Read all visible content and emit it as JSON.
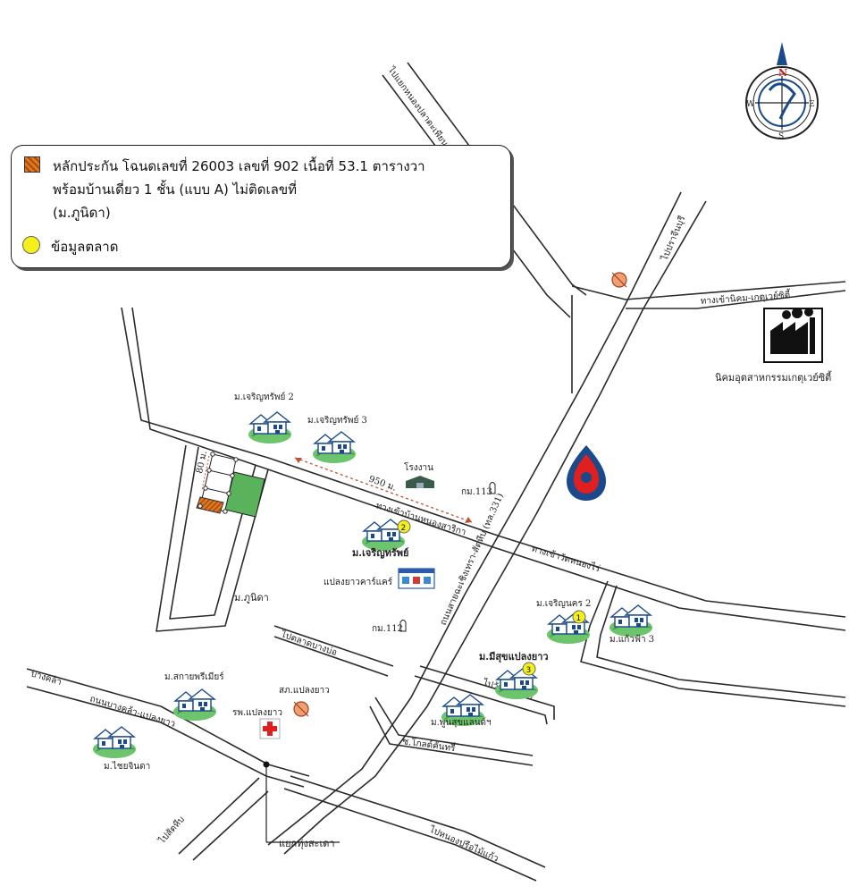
{
  "legend": {
    "collateral_line1": "หลักประกัน โฉนดเลขที่ 26003 เลขที่ 902 เนื้อที่ 53.1 ตารางวา",
    "collateral_line2": "พร้อมบ้านเดี่ยว 1 ชั้น (แบบ A) ไม่ติดเลขที่",
    "collateral_line3": "(ม.ภูนิดา)",
    "market_label": "ข้อมูลตลาด",
    "collateral_color": "#e07a1f",
    "market_color": "#f5ef1a"
  },
  "compass": {
    "n": "N",
    "s": "S",
    "e": "E",
    "w": "W"
  },
  "roads": {
    "to_nong_pla": "ไปแยกหนองปลาตะเพียน",
    "to_prachinburi": "ไปปราจีนบุรี",
    "to_gateway": "ทางเข้านิคม-เกตุเวย์ซิตี้",
    "highway": "ถนนสายฉะเชิงเทรา-สัตหีบ (ทล.331)",
    "to_nong_saraek": "ทางเข้าบ้านหนองสาริกา",
    "to_nong_rai": "ทางเข้าวัดหนองไร่",
    "to_bang_bo": "ไปตลาดบางบ่อ",
    "to_wat_nong_rai": "ไปวัดหนองไร่",
    "soi_klod": "ซ.โกลด์คันทรี่",
    "bang_kla": "บางคล้า",
    "bang_kla_road": "ถนนบางคล้า-แปลงยาว",
    "to_sattahip": "ไปสัตหีบ",
    "to_nong_pru": "ไปหนองปรือไม้แก้ว",
    "intersection": "แยกทุ่งสะเดา"
  },
  "places": {
    "industrial": "นิคมอุตสาหกรรมเกตุเวย์ซิตี้",
    "factory": "โรงงาน",
    "km113": "กม.113",
    "km112": "กม.112",
    "hospital": "รพ.แปลงยาว",
    "police": "สภ.แปลงยาว",
    "car_care": "แปลงยาวคาร์แคร์",
    "distance": "950 ม.",
    "lot_width": "80 ม."
  },
  "villages": {
    "charoen_sap2": "ม.เจริญทรัพย์ 2",
    "charoen_sap3": "ม.เจริญทรัพย์ 3",
    "charoen_sap": "ม.เจริญทรัพย์",
    "phu_nida": "ม.ภูนิดา",
    "charoen_nakhon2": "ม.เจริญนคร 2",
    "kaew_fa3": "ม.แก้วฟ้า 3",
    "mee_suk": "ม.มีสุขแปลงยาว",
    "phoon_suk": "ม.พูนสุขแลนด์ฯ",
    "sakai_premier": "ม.สกายพรีเมียร์",
    "chaiyinda": "ม.ไชยจินดา"
  },
  "markers": {
    "m1": "1",
    "m2": "2",
    "m3": "3"
  }
}
